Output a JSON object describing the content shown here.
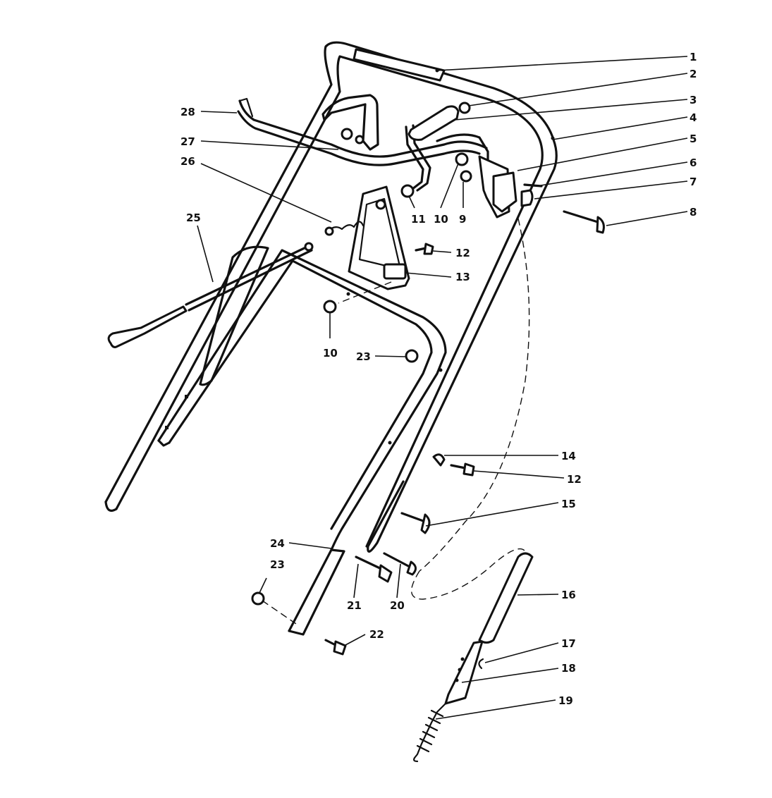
{
  "callouts": {
    "c1": "1",
    "c2": "2",
    "c3": "3",
    "c4": "4",
    "c5": "5",
    "c6": "6",
    "c7": "7",
    "c8": "8",
    "c9": "9",
    "c10a": "10",
    "c11": "11",
    "c10b": "10",
    "c12a": "12",
    "c13": "13",
    "c28": "28",
    "c27": "27",
    "c26": "26",
    "c25": "25",
    "c23a": "23",
    "c14": "14",
    "c12b": "12",
    "c15": "15",
    "c24": "24",
    "c23b": "23",
    "c21": "21",
    "c20": "20",
    "c16": "16",
    "c22": "22",
    "c17": "17",
    "c18": "18",
    "c19": "19"
  },
  "colors": {
    "line": "#111111",
    "background": "#ffffff"
  }
}
